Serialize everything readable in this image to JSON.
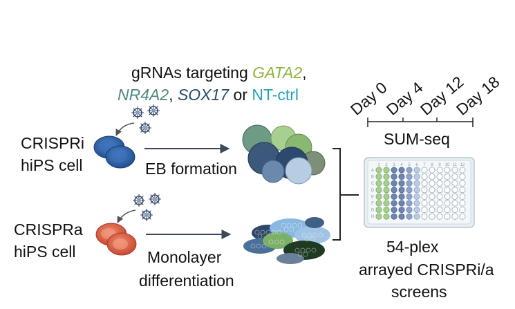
{
  "colors": {
    "gata2": "#8db33a",
    "nr4a2": "#4d8a7e",
    "sox17": "#2b4a6b",
    "ntctrl": "#22a3b5",
    "crispri_cell": "#2f6bb3",
    "crispra_cell": "#e0654a",
    "plate_green": "#a6d08c",
    "plate_blue": "#6f85b0",
    "plate_lightblue": "#b9cce3"
  },
  "grnas": {
    "line1_prefix": "gRNAs targeting ",
    "gata2": "GATA2",
    "line1_suffix": ",",
    "nr4a2": "NR4A2",
    "comma": ", ",
    "sox17": "SOX17",
    "or": " or ",
    "ntctrl": "NT-ctrl"
  },
  "cells": {
    "crispri_line1": "CRISPRi",
    "crispri_line2": "hiPS cell",
    "crispra_line1": "CRISPRa",
    "crispra_line2": "hiPS cell"
  },
  "processes": {
    "eb": "EB formation",
    "mono_line1": "Monolayer",
    "mono_line2": "differentiation"
  },
  "timeline": {
    "days": [
      "Day 0",
      "Day 4",
      "Day 12",
      "Day 18"
    ],
    "label": "SUM-seq"
  },
  "plate": {
    "cols": [
      "1",
      "2",
      "3",
      "4",
      "5",
      "6",
      "7",
      "8",
      "9",
      "10",
      "11",
      "12"
    ],
    "rows": [
      "A",
      "B",
      "C",
      "D",
      "E",
      "F",
      "G",
      "H"
    ]
  },
  "result": {
    "line1": "54-plex",
    "line2": "arrayed CRISPRi/a",
    "line3": "screens"
  },
  "icons": [
    "virus-icon",
    "curved-arrow-icon",
    "cell-icon",
    "embryoid-body-icon",
    "monolayer-icon",
    "well-plate-icon"
  ]
}
